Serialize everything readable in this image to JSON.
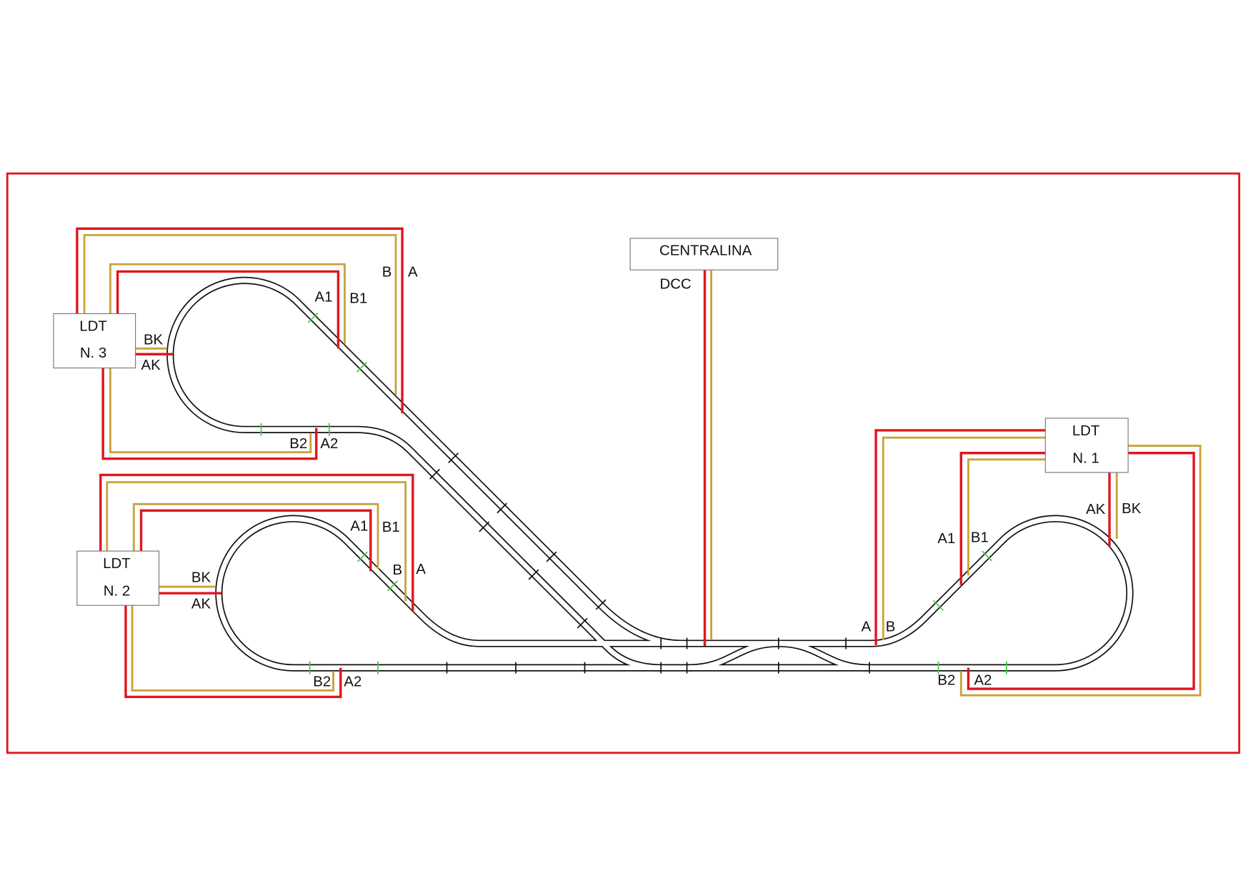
{
  "colors": {
    "power_wire": "#e0161e",
    "return_wire": "#c9a23a",
    "track": "#111111",
    "isolator": "#3ccf3c"
  },
  "centralina": {
    "title": "CENTRALINA",
    "output": "DCC"
  },
  "ldt3": {
    "line1": "LDT",
    "line2": "N. 3",
    "labels": {
      "b": "B",
      "a": "A",
      "a1": "A1",
      "b1": "B1",
      "bk": "BK",
      "ak": "AK",
      "b2": "B2",
      "a2": "A2"
    }
  },
  "ldt2": {
    "line1": "LDT",
    "line2": "N. 2",
    "labels": {
      "a1": "A1",
      "b1": "B1",
      "b": "B",
      "a": "A",
      "bk": "BK",
      "ak": "AK",
      "b2": "B2",
      "a2": "A2"
    }
  },
  "ldt1": {
    "line1": "LDT",
    "line2": "N. 1",
    "labels": {
      "ak": "AK",
      "bk": "BK",
      "a1": "A1",
      "b1": "B1",
      "a": "A",
      "b": "B",
      "b2": "B2",
      "a2": "A2"
    }
  }
}
